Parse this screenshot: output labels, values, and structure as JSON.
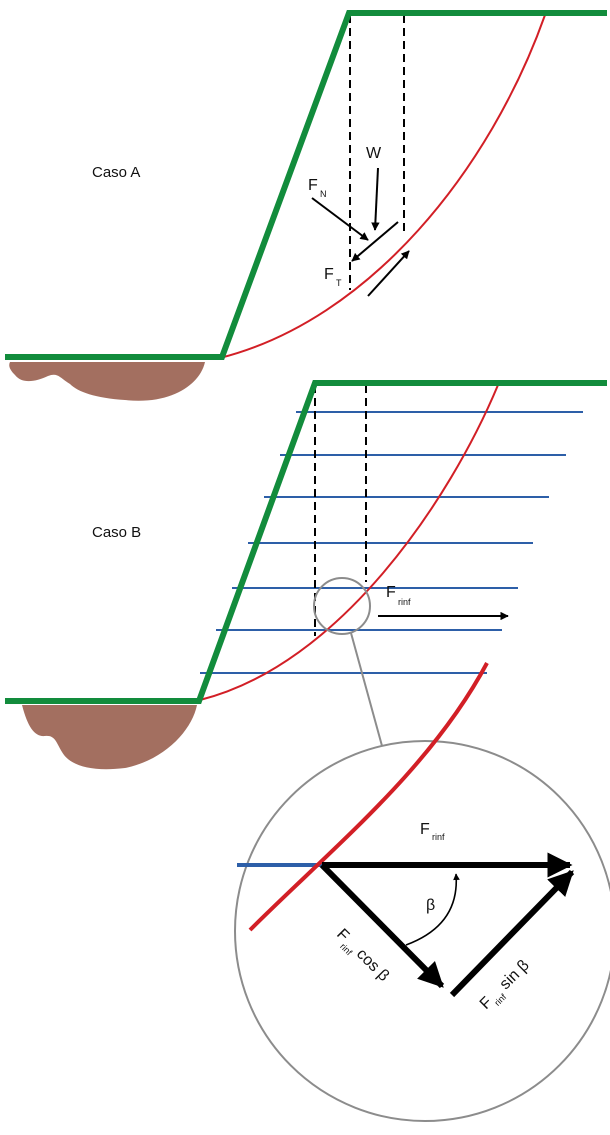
{
  "colors": {
    "ground": "#128c3c",
    "slip_surface": "#d21f26",
    "reinforcement": "#2d5fa8",
    "soil_pocket": "#a36f60",
    "zoom_circle": "#8c8c8c",
    "force": "#000000"
  },
  "case_a": {
    "label": "Caso A",
    "weight": "W",
    "normal_main": "F",
    "normal_sub": "N",
    "tangential_main": "F",
    "tangential_sub": "T"
  },
  "case_b": {
    "label": "Caso B",
    "force_main": "F",
    "force_sub": "rinf"
  },
  "detail": {
    "force_main": "F",
    "force_sub": "rinf",
    "angle": "β",
    "cos_main": "F",
    "cos_sub": "rinf",
    "cos_text": "cos β",
    "sin_main": "F",
    "sin_sub": "rinf",
    "sin_text": "sin β"
  }
}
